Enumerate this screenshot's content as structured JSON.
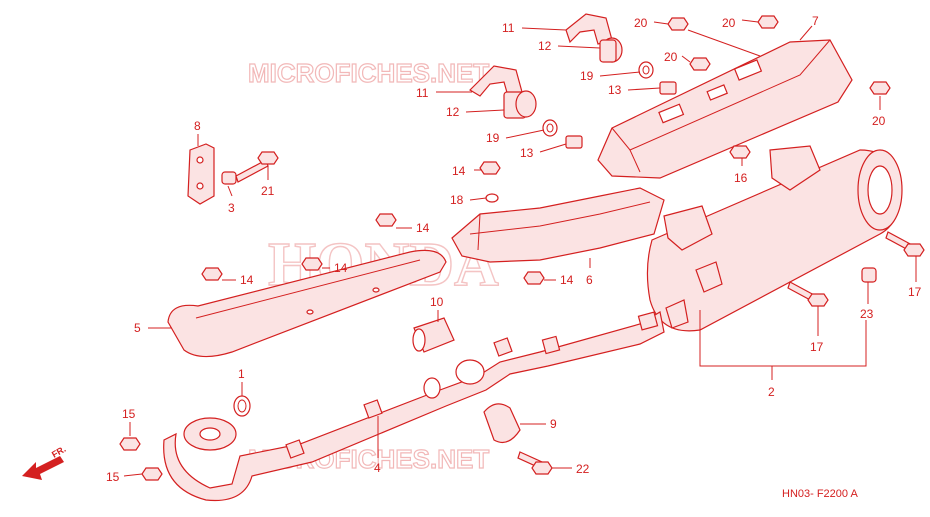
{
  "watermarks": {
    "top": "MICROFICHES.NET",
    "middle": "HONDA",
    "bottom": "MICROFICHES.NET"
  },
  "diagram_code": "HN03- F2200 A",
  "direction_label": "FR.",
  "callouts": [
    {
      "id": "c11a",
      "text": "11"
    },
    {
      "id": "c12a",
      "text": "12"
    },
    {
      "id": "c20a",
      "text": "20"
    },
    {
      "id": "c20b",
      "text": "20"
    },
    {
      "id": "c7",
      "text": "7"
    },
    {
      "id": "c20c",
      "text": "20"
    },
    {
      "id": "c19a",
      "text": "19"
    },
    {
      "id": "c13a",
      "text": "13"
    },
    {
      "id": "c20d",
      "text": "20"
    },
    {
      "id": "c11b",
      "text": "11"
    },
    {
      "id": "c12b",
      "text": "12"
    },
    {
      "id": "c19b",
      "text": "19"
    },
    {
      "id": "c13b",
      "text": "13"
    },
    {
      "id": "c8",
      "text": "8"
    },
    {
      "id": "c21",
      "text": "21"
    },
    {
      "id": "c3",
      "text": "3"
    },
    {
      "id": "c14a",
      "text": "14"
    },
    {
      "id": "c16",
      "text": "16"
    },
    {
      "id": "c18",
      "text": "18"
    },
    {
      "id": "c14b",
      "text": "14"
    },
    {
      "id": "c14c",
      "text": "14"
    },
    {
      "id": "c14d",
      "text": "14"
    },
    {
      "id": "c14e",
      "text": "14"
    },
    {
      "id": "c6",
      "text": "6"
    },
    {
      "id": "c17a",
      "text": "17"
    },
    {
      "id": "c10",
      "text": "10"
    },
    {
      "id": "c5",
      "text": "5"
    },
    {
      "id": "c23",
      "text": "23"
    },
    {
      "id": "c17b",
      "text": "17"
    },
    {
      "id": "c1",
      "text": "1"
    },
    {
      "id": "c2",
      "text": "2"
    },
    {
      "id": "c15a",
      "text": "15"
    },
    {
      "id": "c9",
      "text": "9"
    },
    {
      "id": "c4",
      "text": "4"
    },
    {
      "id": "c15b",
      "text": "15"
    },
    {
      "id": "c22",
      "text": "22"
    }
  ]
}
